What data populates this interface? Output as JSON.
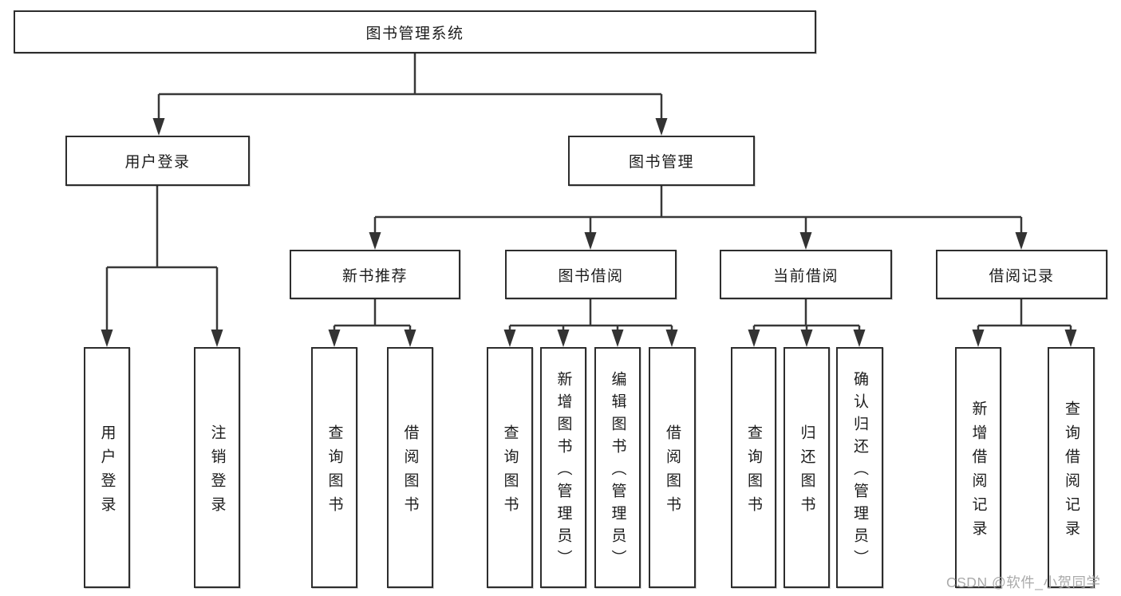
{
  "nodes": {
    "root": "图书管理系统",
    "user_login": "用户登录",
    "book_management": "图书管理",
    "new_book_recommend": "新书推荐",
    "book_borrow": "图书借阅",
    "current_borrow": "当前借阅",
    "borrow_records": "借阅记录",
    "leaf_user_login": "用户登录",
    "leaf_logout_login": "注销登录",
    "leaf_query_book_a": "查询图书",
    "leaf_borrow_book_a": "借阅图书",
    "leaf_query_book_b": "查询图书",
    "leaf_add_book_admin": "新增图书（管理员）",
    "leaf_edit_book_admin": "编辑图书（管理员）",
    "leaf_borrow_book_b": "借阅图书",
    "leaf_query_book_c": "查询图书",
    "leaf_return_book": "归还图书",
    "leaf_confirm_return_admin": "确认归还（管理员）",
    "leaf_add_borrow_record": "新增借阅记录",
    "leaf_query_borrow_record": "查询借阅记录"
  },
  "watermark": "CSDN @软件_小贺同学",
  "colors": {
    "background": "#ffffff",
    "box_border": "#2d2d2d",
    "connector_line": "#383838",
    "text": "#1c1c1c",
    "watermark": "#a5a5a5"
  }
}
